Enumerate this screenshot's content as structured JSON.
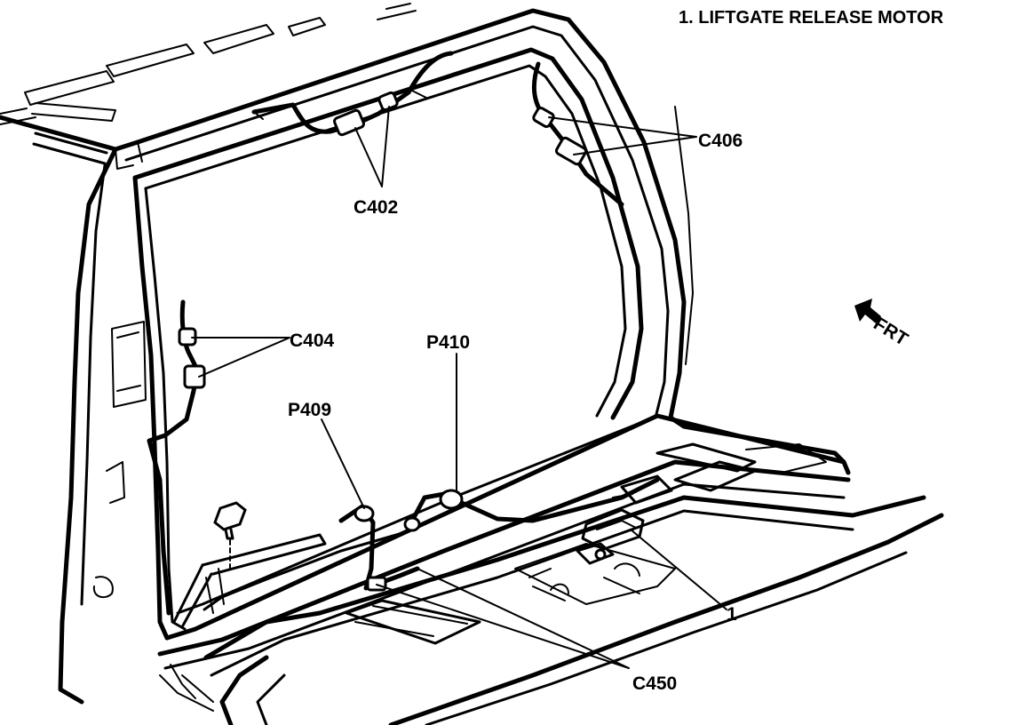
{
  "legend": {
    "item": "1.  LIFTGATE RELEASE MOTOR"
  },
  "callouts": {
    "c402": "C402",
    "c404": "C404",
    "c406": "C406",
    "c450": "C450",
    "p409": "P409",
    "p410": "P410",
    "item1": "1"
  },
  "direction": {
    "label": "FRT"
  }
}
